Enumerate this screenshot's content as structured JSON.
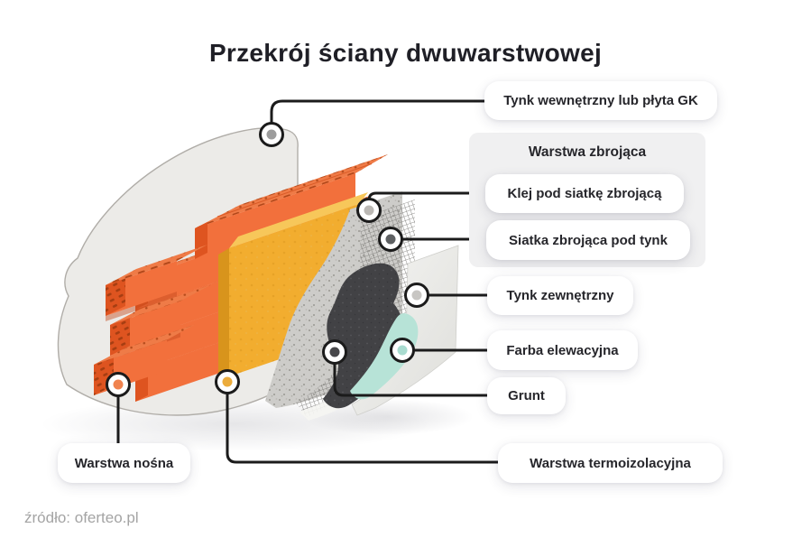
{
  "title": "Przekrój ściany dwuwarstwowej",
  "source_note": "źródło: oferteo.pl",
  "reinforcing_group": {
    "label": "Warstwa zbrojąca"
  },
  "callouts": {
    "tynk_wewnetrzny": {
      "label": "Tynk wewnętrzny lub płyta GK",
      "marker_color": "#9c9c9c"
    },
    "klej": {
      "label": "Klej pod siatkę zbrojącą",
      "marker_color": "#bbb8b4"
    },
    "siatka": {
      "label": "Siatka zbrojąca pod tynk",
      "marker_color": "#5e6062"
    },
    "tynk_zewnetrzny": {
      "label": "Tynk zewnętrzny",
      "marker_color": "#c8c6c3"
    },
    "farba": {
      "label": "Farba elewacyjna",
      "marker_color": "#a9dcd0"
    },
    "grunt": {
      "label": "Grunt",
      "marker_color": "#47474a"
    },
    "termoizolacja": {
      "label": "Warstwa termoizolacyjna",
      "marker_color": "#ecac3c"
    },
    "nosna": {
      "label": "Warstwa nośna",
      "marker_color": "#f0834f"
    }
  },
  "illustration": {
    "colors": {
      "line": "#1b1b1b",
      "plaster_inner": "#ecebe8",
      "plaster_inner_edge": "#b0ada8",
      "brick_front": "#f2703c",
      "brick_side": "#de5420",
      "brick_top": "#ef7b47",
      "brick_hole": "#a84012",
      "insulation_front": "#f2ad2f",
      "insulation_side": "#d8941c",
      "insulation_top": "#f7c75a",
      "adhesive": "#cdccc9",
      "mesh_line": "#7c7b78",
      "outer_plaster_light": "#f5f5f3",
      "outer_plaster_dark": "#dededa",
      "primer_dark": "#424245",
      "paint_teal": "#b7e3d7"
    }
  }
}
